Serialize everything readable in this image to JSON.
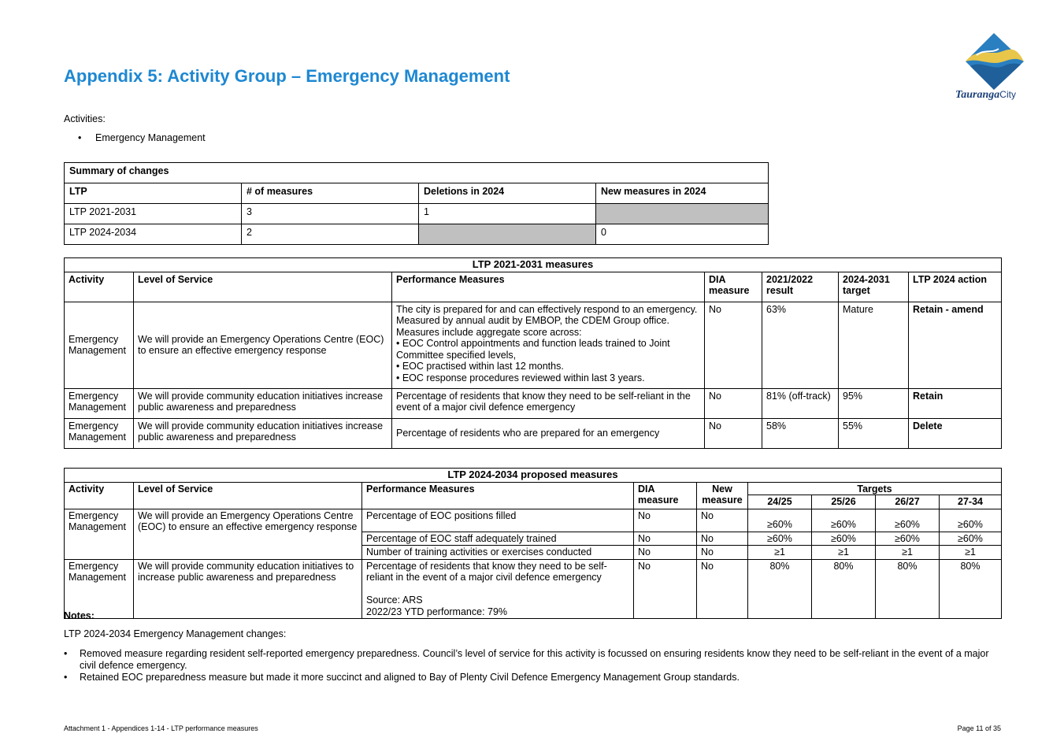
{
  "title": "Appendix 5: Activity Group – Emergency Management",
  "logo": {
    "text": "Tauranga",
    "suffix": "City"
  },
  "activities": {
    "label": "Activities:",
    "items": [
      "Emergency Management"
    ]
  },
  "summary": {
    "heading": "Summary of changes",
    "headers": [
      "LTP",
      "# of measures",
      "Deletions in 2024",
      "New measures in 2024"
    ],
    "rows": [
      [
        "LTP 2021-2031",
        "3",
        "1",
        ""
      ],
      [
        "LTP 2024-2034",
        "2",
        "",
        "0"
      ]
    ]
  },
  "ltp21": {
    "caption": "LTP 2021-2031 measures",
    "headers": [
      "Activity",
      "Level of Service",
      "Performance Measures",
      "DIA measure",
      "2021/2022 result",
      "2024-2031 target",
      "LTP 2024 action"
    ],
    "rows": [
      {
        "activity": "Emergency Management",
        "los": "We will provide an Emergency Operations Centre (EOC) to ensure an effective emergency response",
        "pm": "The city is prepared for and can effectively respond to an emergency. Measured by annual audit by EMBOP, the CDEM Group office. Measures include aggregate score across:\n• EOC Control appointments and function leads trained to Joint Committee specified levels,\n• EOC practised within last 12 months.\n• EOC response procedures reviewed within last 3 years.",
        "dia": "No",
        "result": "63%",
        "target": "Mature",
        "action": "Retain - amend"
      },
      {
        "activity": "Emergency Management",
        "los": "We will provide community education initiatives increase public awareness and preparedness",
        "pm": "Percentage of residents that know they need to be self-reliant in the event of a major civil defence emergency",
        "dia": "No",
        "result": "81% (off-track)",
        "target": "95%",
        "action": "Retain"
      },
      {
        "activity": "Emergency Management",
        "los": "We will provide community education initiatives increase public awareness and preparedness",
        "pm": "Percentage of residents who are prepared for an emergency",
        "dia": "No",
        "result": "58%",
        "target": "55%",
        "action": "Delete"
      }
    ]
  },
  "ltp24": {
    "caption": "LTP 2024-2034 proposed measures",
    "headers": {
      "activity": "Activity",
      "los": "Level of Service",
      "pm": "Performance Measures",
      "dia": "DIA measure",
      "new": "New measure",
      "targets": "Targets",
      "years": [
        "24/25",
        "25/26",
        "26/27",
        "27-34"
      ]
    },
    "groups": [
      {
        "activity": "Emergency Management",
        "los": "We will provide an Emergency Operations Centre (EOC) to ensure an effective emergency response",
        "rows": [
          {
            "pm": "Percentage of EOC positions filled",
            "dia": "No",
            "new": "No",
            "t": [
              "≥60%",
              "≥60%",
              "≥60%",
              "≥60%"
            ]
          },
          {
            "pm": "Percentage of EOC staff adequately trained",
            "dia": "No",
            "new": "No",
            "t": [
              "≥60%",
              "≥60%",
              "≥60%",
              "≥60%"
            ]
          },
          {
            "pm": "Number of training activities or exercises conducted",
            "dia": "No",
            "new": "No",
            "t": [
              "≥1",
              "≥1",
              "≥1",
              "≥1"
            ]
          }
        ]
      },
      {
        "activity": "Emergency Management",
        "los": "We will provide community education initiatives to increase public awareness and preparedness",
        "rows": [
          {
            "pm": "Percentage of residents that know they need to be self-reliant in the event of a major civil defence emergency\n\nSource: ARS\n2022/23 YTD performance: 79%",
            "dia": "No",
            "new": "No",
            "t": [
              "80%",
              "80%",
              "80%",
              "80%"
            ]
          }
        ]
      }
    ]
  },
  "notes": {
    "label": "Notes:",
    "intro": "LTP 2024-2034 Emergency Management changes:",
    "items": [
      "Removed measure regarding resident self-reported emergency preparedness. Council’s level of service for this activity is focussed on ensuring residents know they need to be self-reliant in the event of a major civil defence emergency.",
      "Retained EOC preparedness measure but made it more succinct and aligned to Bay of Plenty Civil Defence Emergency Management Group standards."
    ]
  },
  "footer": {
    "left": "Attachment 1 -  Appendices 1-14 - LTP performance measures",
    "right": "Page 11 of 35"
  },
  "colors": {
    "title": "#1e88d2",
    "grey_cell": "#c0c0c0"
  }
}
